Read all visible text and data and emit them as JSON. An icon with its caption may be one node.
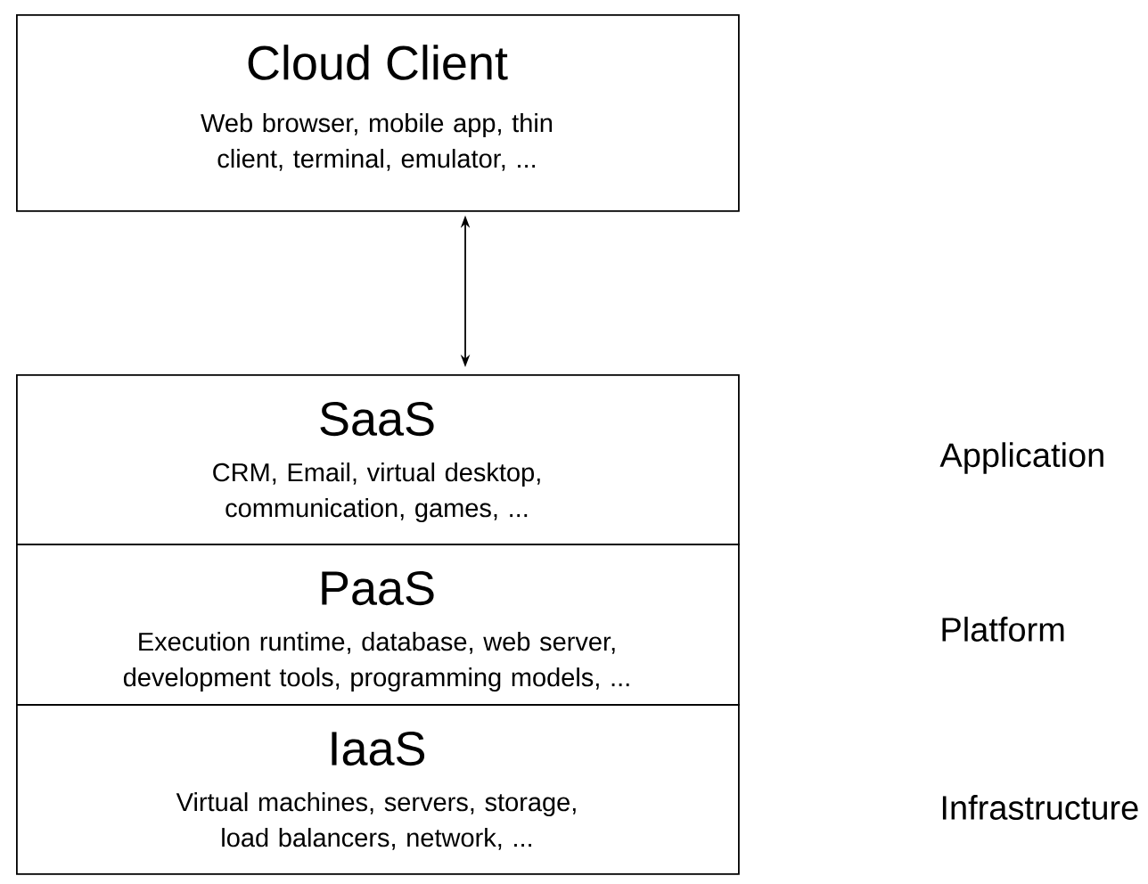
{
  "diagram": {
    "nodes": [
      {
        "text": [
          "Cloud Client",
          "Web browser, mobile app, thin client, terminal, emulator, ..."
        ]
      },
      {
        "text": [
          "SaaS",
          "CRM, Email, virtual desktop, communication, games, ..."
        ]
      },
      {
        "text": [
          "PaaS",
          "Execution runtime, database, web server, development tools, programming models, ..."
        ]
      },
      {
        "text": [
          "IaaS",
          "Virtual machines, servers, storage, load balancers, network, ..."
        ]
      }
    ],
    "labels": [
      "Application",
      "Platform",
      "Infrastructure"
    ],
    "edges": [
      {
        "from": 0,
        "to": 1,
        "arrow": "both"
      }
    ]
  }
}
